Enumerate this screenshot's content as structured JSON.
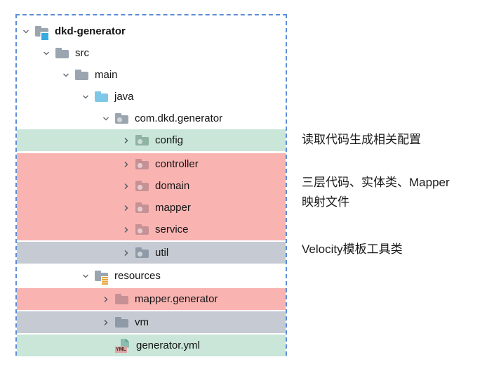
{
  "colors": {
    "highlight_green": "#c9e6d8",
    "highlight_red": "#f9b4b2",
    "highlight_gray": "#c6cbd3",
    "border_blue": "#5e8ed6",
    "sources_folder_blue": "#7ec7e6",
    "project_badge_blue": "#36abe2"
  },
  "tree": {
    "items": [
      {
        "label": "dkd-generator",
        "state": "expanded",
        "highlight": "none"
      },
      {
        "label": "src",
        "state": "expanded",
        "highlight": "none"
      },
      {
        "label": "main",
        "state": "expanded",
        "highlight": "none"
      },
      {
        "label": "java",
        "state": "expanded",
        "highlight": "none"
      },
      {
        "label": "com.dkd.generator",
        "state": "expanded",
        "highlight": "none"
      },
      {
        "label": "config",
        "state": "collapsed",
        "highlight": "green"
      },
      {
        "label": "controller",
        "state": "collapsed",
        "highlight": "red"
      },
      {
        "label": "domain",
        "state": "collapsed",
        "highlight": "red"
      },
      {
        "label": "mapper",
        "state": "collapsed",
        "highlight": "red"
      },
      {
        "label": "service",
        "state": "collapsed",
        "highlight": "red"
      },
      {
        "label": "util",
        "state": "collapsed",
        "highlight": "gray"
      },
      {
        "label": "resources",
        "state": "expanded",
        "highlight": "none"
      },
      {
        "label": "mapper.generator",
        "state": "collapsed",
        "highlight": "red"
      },
      {
        "label": "vm",
        "state": "collapsed",
        "highlight": "gray"
      },
      {
        "label": "generator.yml",
        "state": "file",
        "highlight": "green"
      }
    ],
    "yml_badge": "YML"
  },
  "annotations": [
    {
      "line1": "读取代码生成相关配置",
      "line2": ""
    },
    {
      "line1": "三层代码、实体类、Mapper",
      "line2": "映射文件"
    },
    {
      "line1": "Velocity模板工具类",
      "line2": ""
    }
  ]
}
